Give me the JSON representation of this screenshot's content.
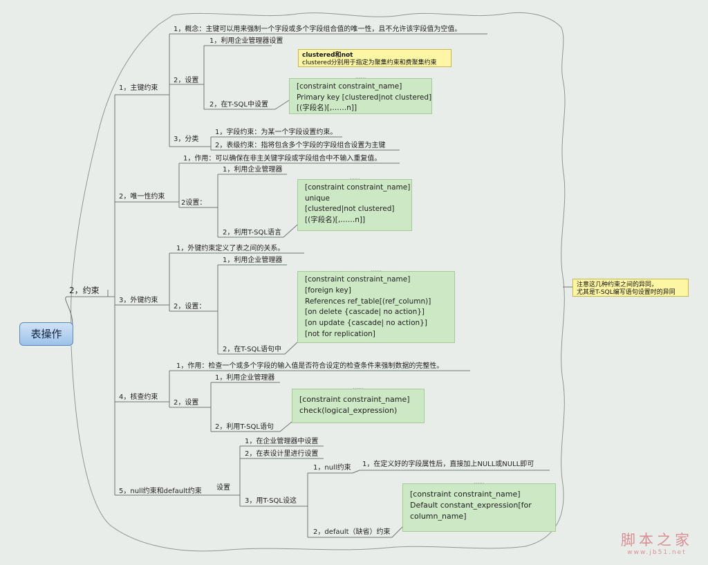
{
  "root": "表操作",
  "level1": "2，约束",
  "sections": {
    "pk": {
      "label": "1，主键约束",
      "concept": "1，概念：主键可以用来强制一个字段或多个字段组合值的唯一性，且不允许该字段值为空值。",
      "setting": "2，设置",
      "s1": "1，利用企业管理器设置",
      "s2": "2，在T-SQL中设置",
      "code": [
        "[constraint constraint_name]",
        " Primary key [clustered|not clustered]",
        "[(字段名)[,……n]]"
      ],
      "note": [
        "clustered和not",
        "clustered分别用于指定为聚集约束和费聚集约束"
      ],
      "classify": "3，分类",
      "c1": "1，字段约束：为某一个字段设置约束。",
      "c2": "2，表级约束：指将包含多个字段的字段组合设置为主键"
    },
    "uq": {
      "label": "2，唯一性约束",
      "purpose": "1，作用：可以确保在非主关键字段或字段组合中不输入重复值。",
      "setting": "2设置：",
      "s1": "1，利用企业管理器",
      "s2": "2，利用T-SQL语言",
      "code": [
        "[constraint constraint_name]",
        "    unique",
        "[clustered|not clustered]",
        "[(字段名)[,……n]]"
      ]
    },
    "fk": {
      "label": "3，外键约束",
      "def": "1，外键约束定义了表之间的关系。",
      "setting": "2，设置：",
      "s1": "1，利用企业管理器",
      "s2": "2，在T-SQL语句中",
      "code": [
        "[constraint constraint_name]",
        "[foreign key]",
        "References  ref_table[(ref_column)]",
        "[on delete {cascade|  no action}]",
        "[on update {cascade|  no action}]",
        "[not for replication]"
      ]
    },
    "ck": {
      "label": "4，核查约束",
      "purpose": "1，作用：检查一个或多个字段的输入值是否符合设定的检查条件来强制数据的完整性。",
      "setting": "2，设置",
      "s1": "1，利用企业管理器",
      "s2": "2，利用T-SQL语句",
      "code": [
        "[constraint constraint_name]",
        " check(logical_expression)"
      ]
    },
    "nd": {
      "label": "5，null约束和default约束",
      "setting": "设置",
      "s1": "1，在企业管理器中设置",
      "s2": "2，在表设计里进行设置",
      "s3": "3，用T-SQL设这",
      "n1": "1，null约束",
      "n1a": "1，在定义好的字段属性后，直接加上NULL或NULL即可",
      "n2": "2，default（缺省）约束",
      "code": [
        "[constraint constraint_name]",
        "Default constant_expression[for",
        "column_name]"
      ]
    }
  },
  "side_note": [
    "注意这几种约束之间的异同，",
    "尤其是T-SQL编写语句设置时的异同"
  ],
  "watermark": {
    "big": "脚本之家",
    "small": "www.jb51.net"
  }
}
